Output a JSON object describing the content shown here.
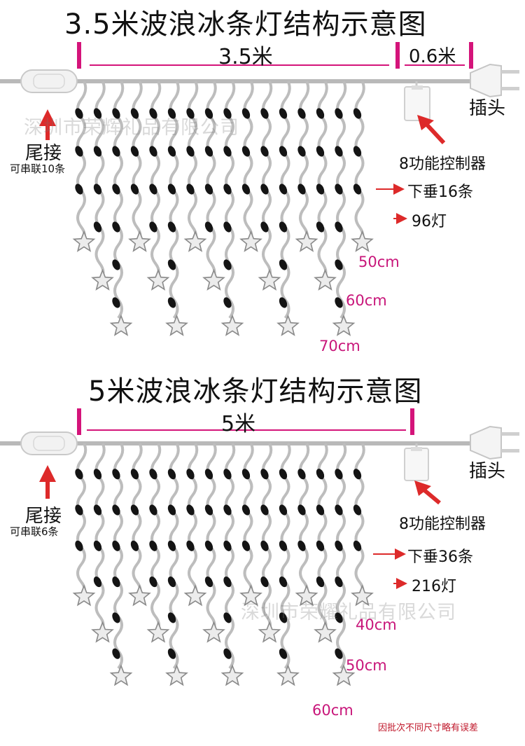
{
  "colors": {
    "marker": "#d4147a",
    "arrow": "#dd2a2a",
    "wire": "#b9b9b9",
    "bulb": "#141414",
    "star": "#cfcfcf"
  },
  "icons": [
    "plug-icon",
    "tail-connector-icon",
    "controller-box-icon",
    "star-icon",
    "bulb-icon",
    "red-arrow-icon"
  ],
  "top": {
    "title": "3.5米波浪冰条灯结构示意图",
    "width_label": "3.5米",
    "lead_label": "0.6米",
    "plug_label": "插头",
    "tail_label": "尾接",
    "tail_sub": "可串联10条",
    "controller_label": "8功能控制器",
    "drops_label": "下垂16条",
    "lamps_label": "96灯",
    "len_short": "50cm",
    "len_mid": "60cm",
    "len_long": "70cm",
    "watermark": "深圳市荣辉礼品有限公司"
  },
  "bottom": {
    "title": "5米波浪冰条灯结构示意图",
    "width_label": "5米",
    "plug_label": "插头",
    "tail_label": "尾接",
    "tail_sub": "可串联6条",
    "controller_label": "8功能控制器",
    "drops_label": "下垂36条",
    "lamps_label": "216灯",
    "len_short": "40cm",
    "len_mid": "50cm",
    "len_long": "60cm",
    "watermark": "深圳市荣耀礼品有限公司"
  },
  "footnote": "因批次不同尺寸略有误差"
}
